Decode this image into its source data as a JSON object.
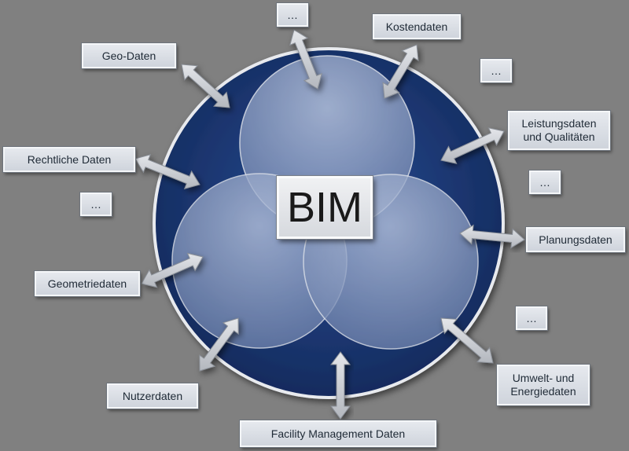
{
  "center": {
    "label": "BIM"
  },
  "labels": [
    {
      "id": "ellipsis-top",
      "text": "…"
    },
    {
      "id": "kostendaten",
      "text": "Kostendaten"
    },
    {
      "id": "geo-daten",
      "text": "Geo-Daten"
    },
    {
      "id": "ellipsis-top-right",
      "text": "…"
    },
    {
      "id": "leistungsdaten",
      "text": "Leistungsdaten\nund Qualitäten"
    },
    {
      "id": "rechtliche-daten",
      "text": "Rechtliche Daten"
    },
    {
      "id": "ellipsis-right",
      "text": "…"
    },
    {
      "id": "ellipsis-left",
      "text": "…"
    },
    {
      "id": "planungsdaten",
      "text": "Planungsdaten"
    },
    {
      "id": "geometriedaten",
      "text": "Geometriedaten"
    },
    {
      "id": "ellipsis-bottom-right",
      "text": "…"
    },
    {
      "id": "umwelt-energiedaten",
      "text": "Umwelt- und\nEnergiedaten"
    },
    {
      "id": "nutzerdaten",
      "text": "Nutzerdaten"
    },
    {
      "id": "facility-management-daten",
      "text": "Facility Management Daten"
    }
  ],
  "colors": {
    "background": "#808080",
    "outer_circle": "#1d3a78",
    "inner_circles": "#8ea0c4",
    "arrows": "#c9ccd2"
  }
}
